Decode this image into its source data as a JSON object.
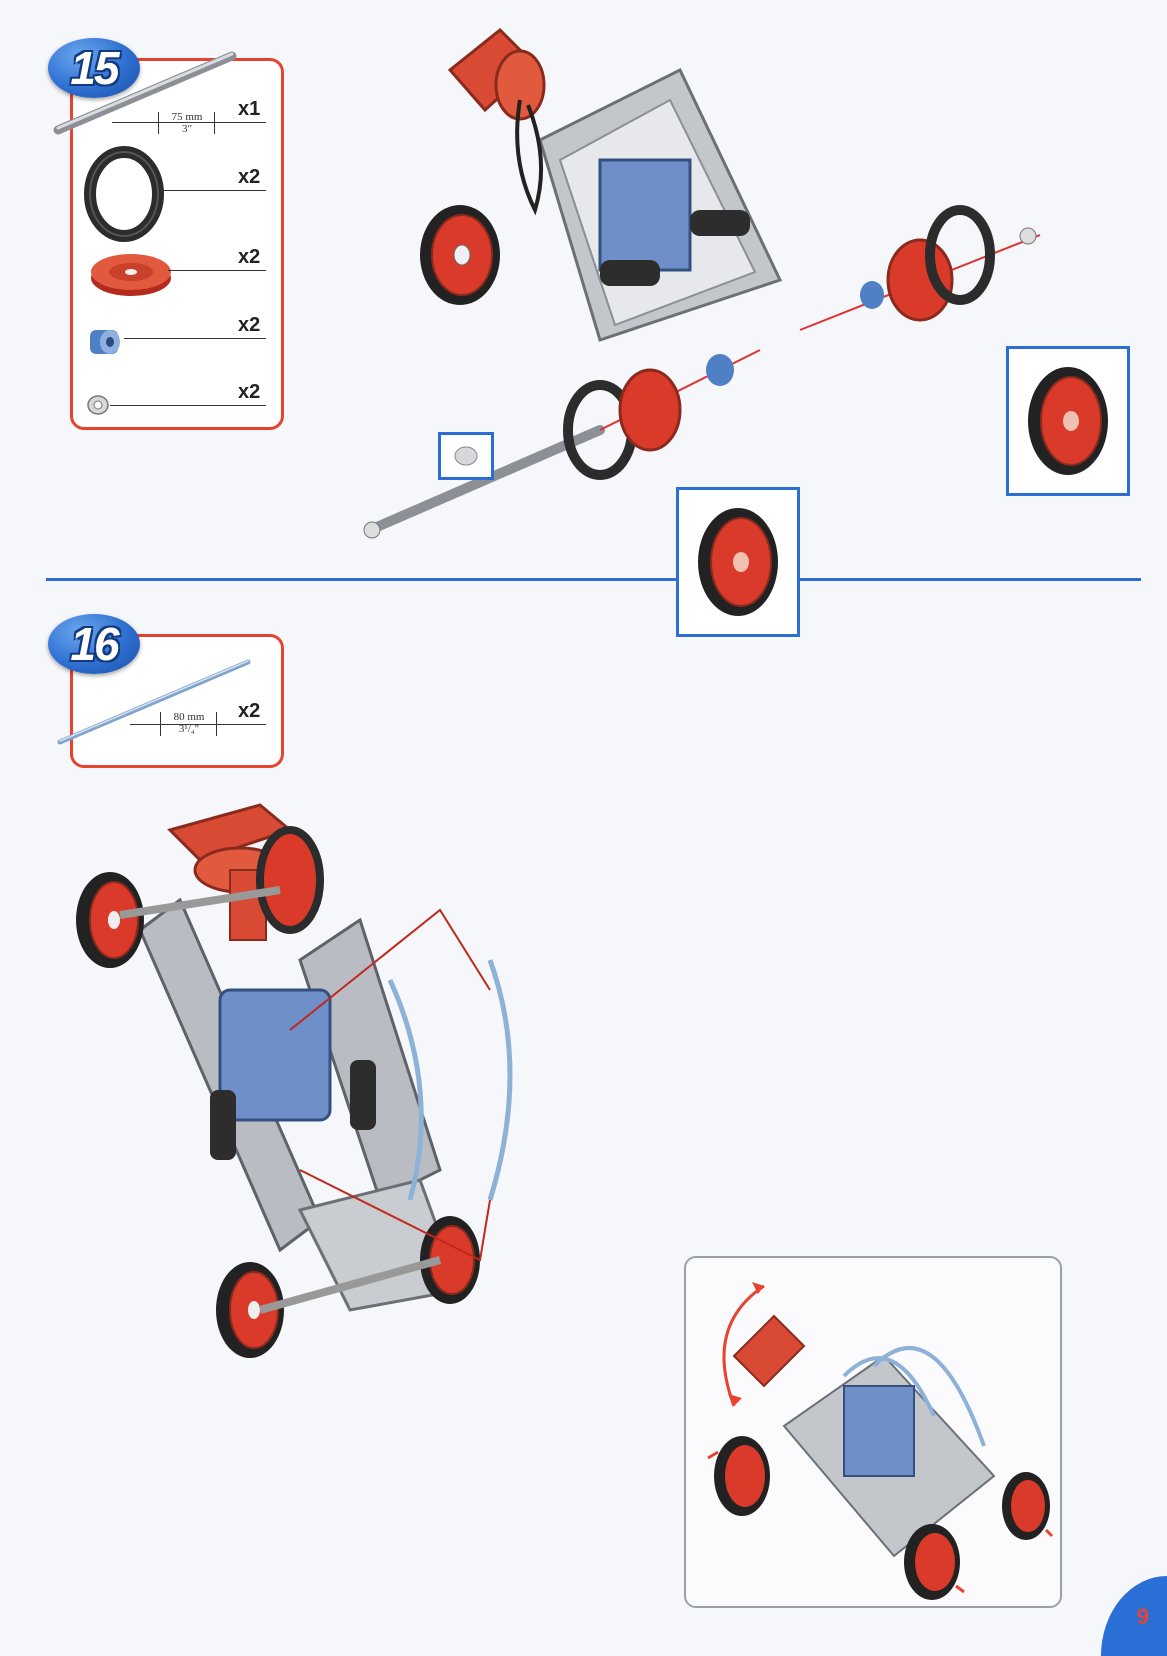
{
  "step15": {
    "number": "15",
    "parts": [
      {
        "icon": "axle-rod-icon",
        "qty": "x1",
        "dim_main": "75 mm",
        "dim_sub": "3\""
      },
      {
        "icon": "rubber-tyre-icon",
        "qty": "x2"
      },
      {
        "icon": "pulley-wheel-icon",
        "qty": "x2"
      },
      {
        "icon": "spacer-collar-icon",
        "qty": "x2"
      },
      {
        "icon": "axle-cap-icon",
        "qty": "x2"
      }
    ]
  },
  "step16": {
    "number": "16",
    "parts": [
      {
        "icon": "flexible-rod-icon",
        "qty": "x2",
        "dim_main": "80 mm",
        "dim_sub": "3¹/₄\""
      }
    ]
  },
  "page": {
    "number": "9"
  },
  "colors": {
    "accent_blue": "#2a6fd6",
    "accent_red": "#e8432e",
    "wheel_red": "#d93a2a",
    "metal": "#bfc3c8",
    "motor_blue": "#6f8fc9"
  }
}
